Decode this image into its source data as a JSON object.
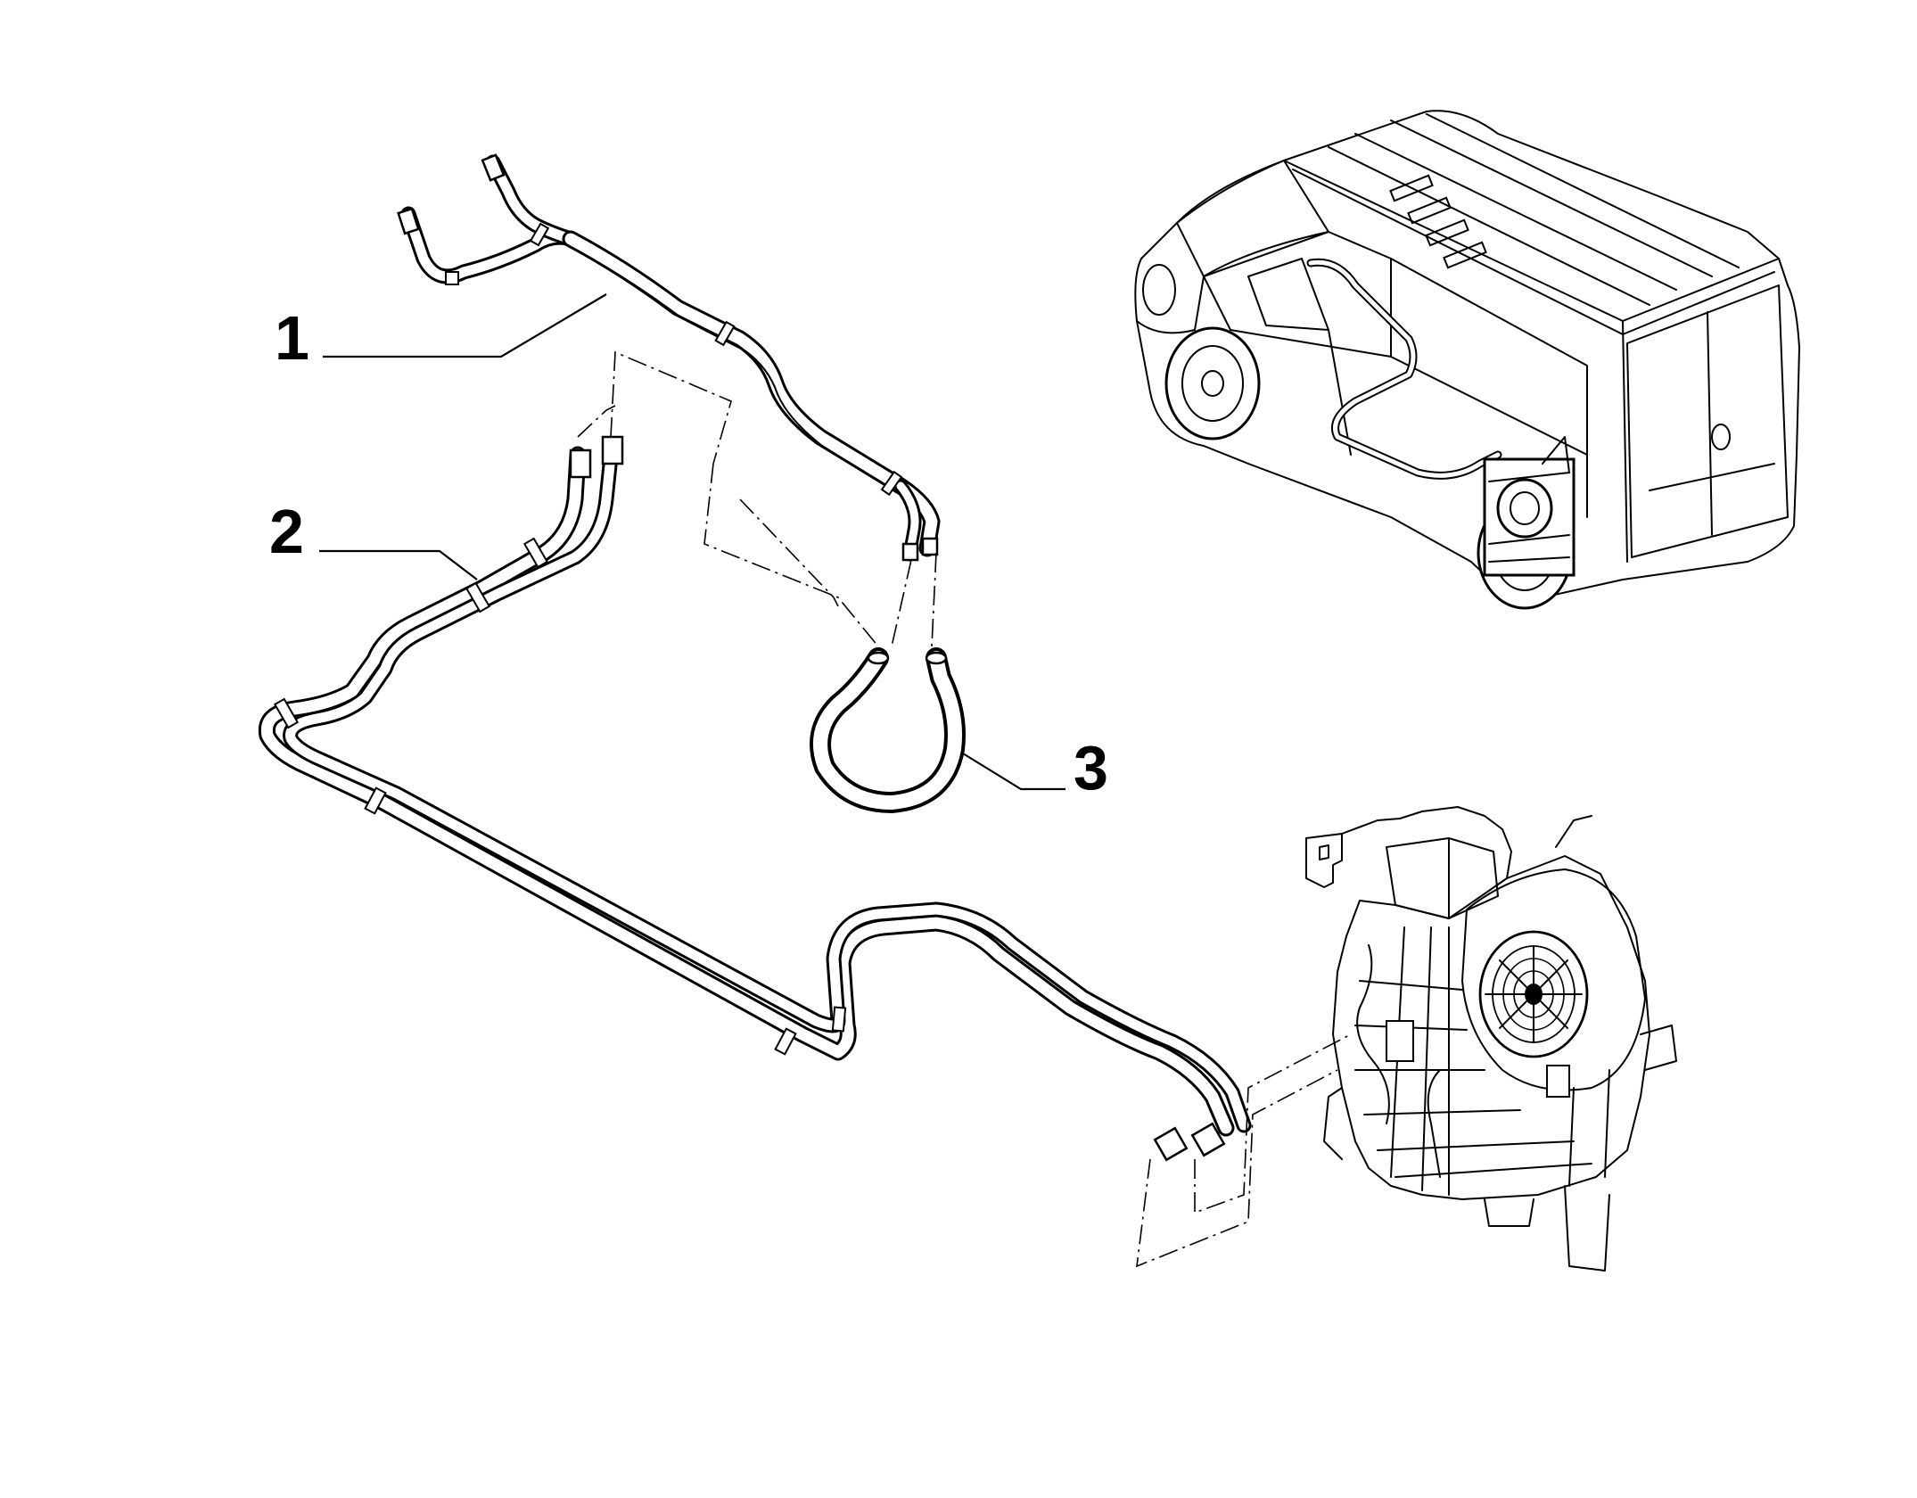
{
  "diagram": {
    "callouts": [
      {
        "id": "1",
        "label": "1"
      },
      {
        "id": "2",
        "label": "2"
      },
      {
        "id": "3",
        "label": "3"
      }
    ],
    "colors": {
      "line": "#000000",
      "background": "#ffffff"
    },
    "components": {
      "van": "van-illustration",
      "heater_unit": "heater-unit-illustration",
      "pipe_1": "heater-pipe-1",
      "pipe_2": "heater-pipe-2",
      "hose_3": "connecting-hose-3"
    }
  }
}
